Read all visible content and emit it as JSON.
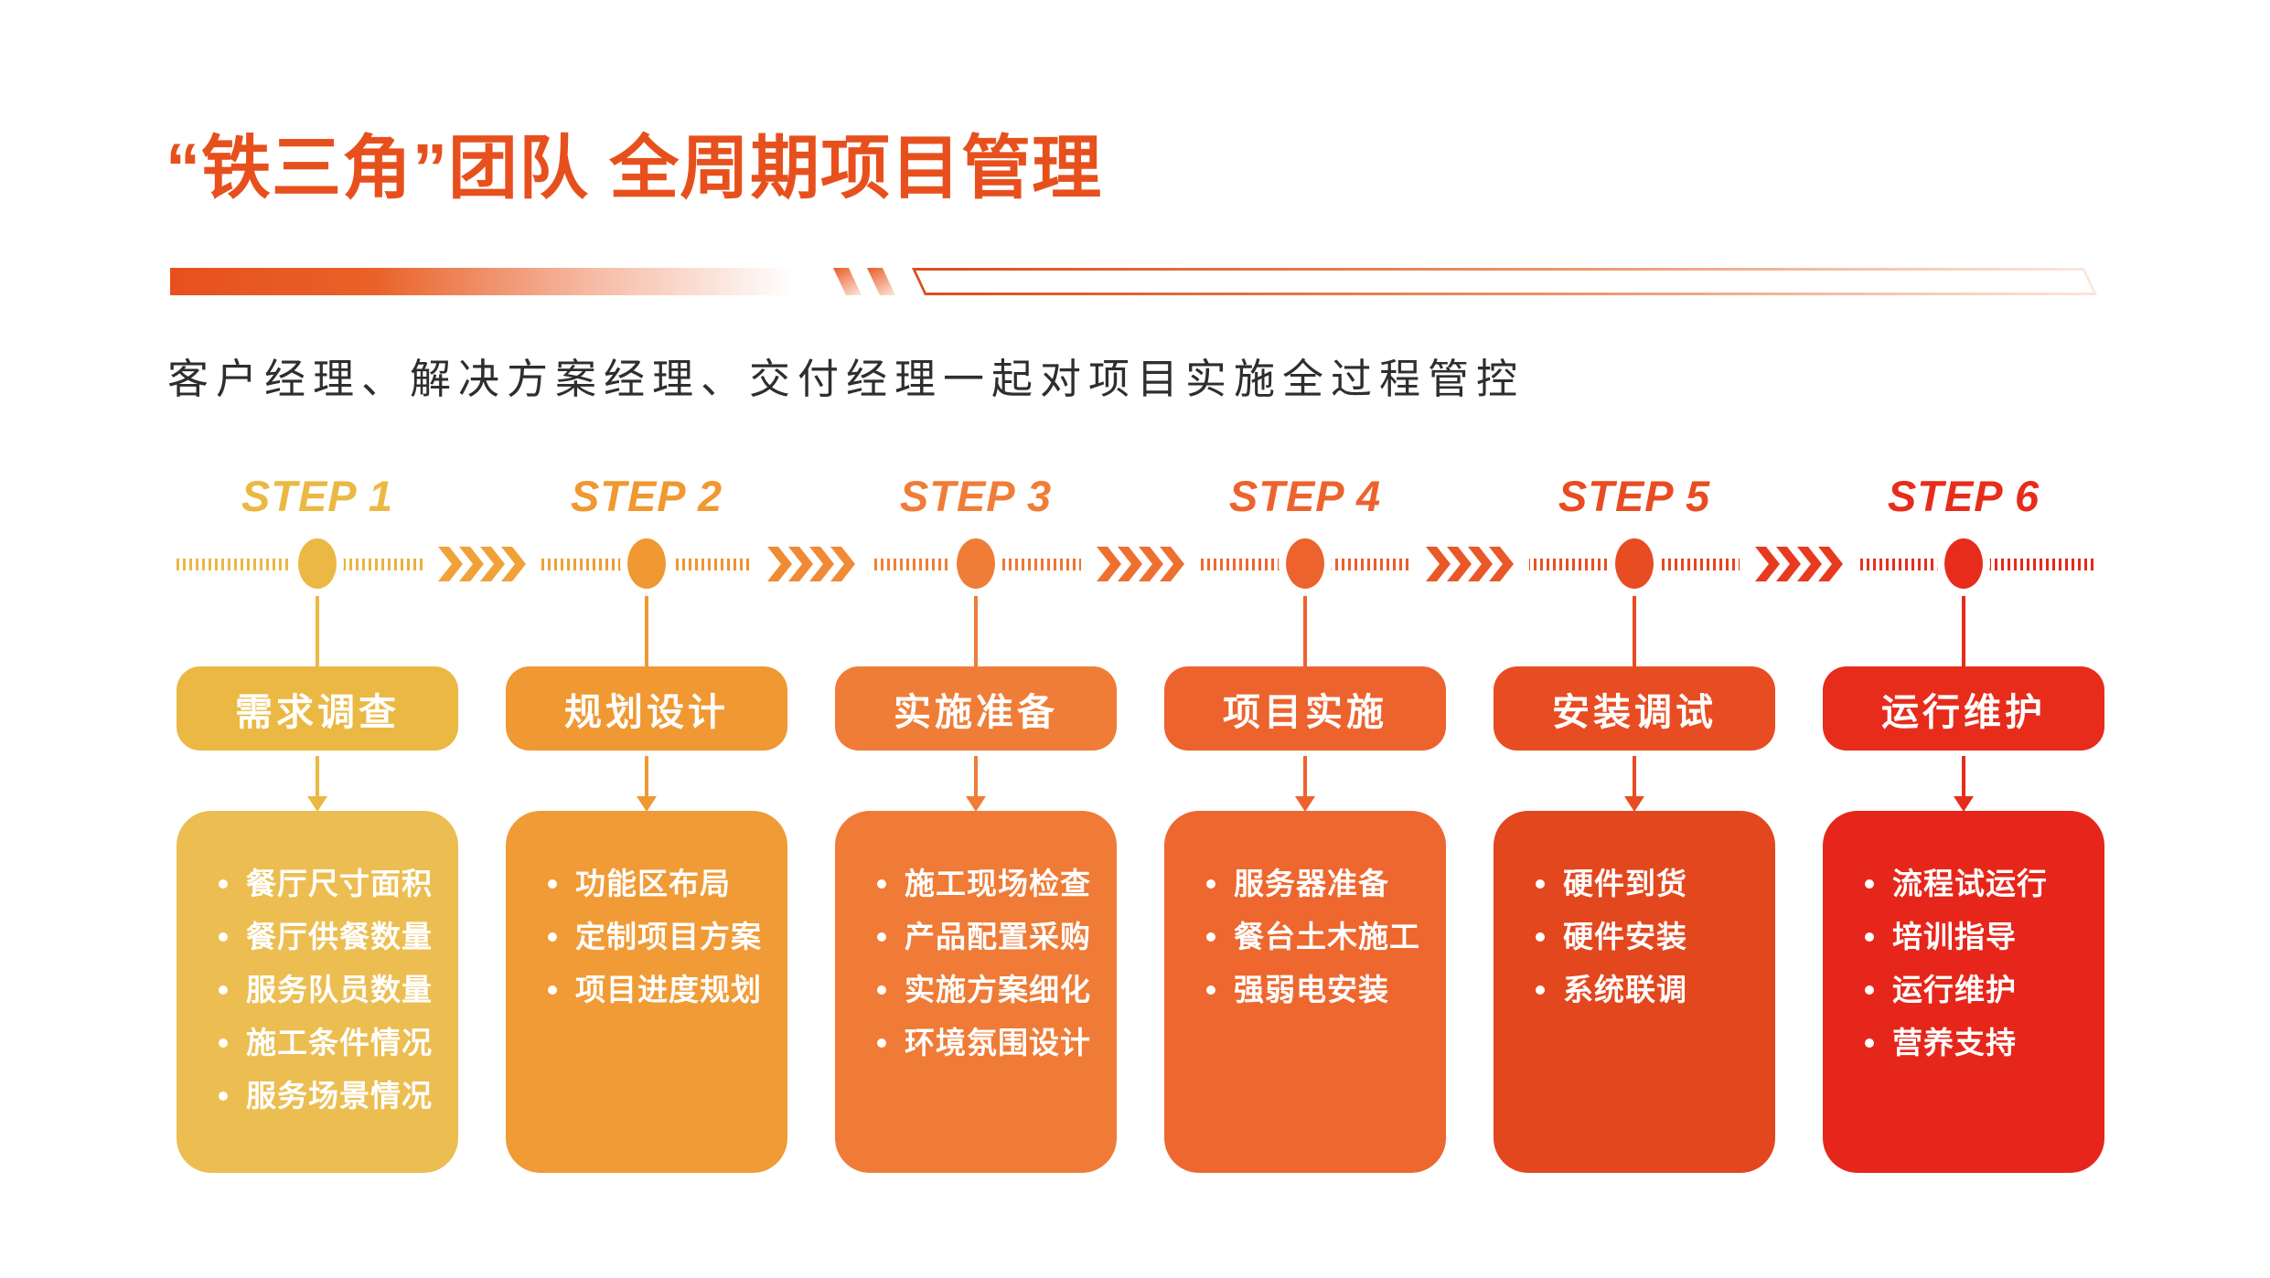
{
  "page": {
    "title": "“铁三角”团队 全周期项目管理",
    "subtitle": "客户经理、解决方案经理、交付经理一起对项目实施全过程管控",
    "background": "#FFFFFF",
    "accent": "#E7501D"
  },
  "timeline": {
    "gradient": [
      "#EBB843",
      "#F09831",
      "#EF7B34",
      "#ED632E",
      "#E84B22",
      "#E7291B"
    ],
    "chevron_colors": [
      "#F0A238",
      "#F08A34",
      "#EE7030",
      "#E95826",
      "#E73A1F"
    ]
  },
  "steps": [
    {
      "label": "STEP 1",
      "title": "需求调查",
      "color": "#EBB843",
      "card_color": "#ECBE51",
      "items": [
        "餐厅尺寸面积",
        "餐厅供餐数量",
        "服务队员数量",
        "施工条件情况",
        "服务场景情况"
      ]
    },
    {
      "label": "STEP 2",
      "title": "规划设计",
      "color": "#F09831",
      "card_color": "#F09B36",
      "items": [
        "功能区布局",
        "定制项目方案",
        "项目进度规划"
      ]
    },
    {
      "label": "STEP 3",
      "title": "实施准备",
      "color": "#F07D37",
      "card_color": "#EF7B36",
      "items": [
        "施工现场检查",
        "产品配置采购",
        "实施方案细化",
        "环境氛围设计"
      ]
    },
    {
      "label": "STEP 4",
      "title": "项目实施",
      "color": "#ED632E",
      "card_color": "#ED672F",
      "items": [
        "服务器准备",
        "餐台土木施工",
        "强弱电安装"
      ]
    },
    {
      "label": "STEP 5",
      "title": "安装调试",
      "color": "#E84C22",
      "card_color": "#E3471E",
      "items": [
        "硬件到货",
        "硬件安装",
        "系统联调"
      ]
    },
    {
      "label": "STEP 6",
      "title": "运行维护",
      "color": "#E72C1C",
      "card_color": "#E6261A",
      "items": [
        "流程试运行",
        "培训指导",
        "运行维护",
        "营养支持"
      ]
    }
  ]
}
